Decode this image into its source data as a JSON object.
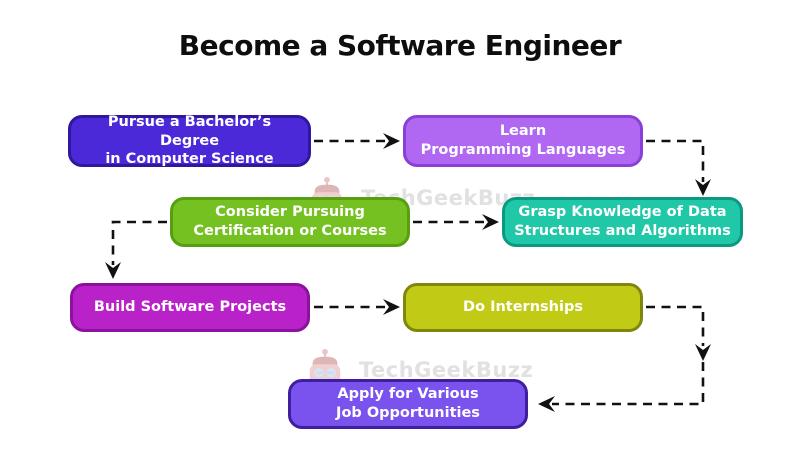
{
  "title": "Become a Software Engineer",
  "watermark": {
    "text": "TechGeekBuzz",
    "icon": "robot-mascot-icon",
    "text_color": "#e3e0e0"
  },
  "arrow_color": "#111111",
  "flow": {
    "boxes": [
      {
        "id": "bachelors-degree",
        "label": "Pursue a Bachelor’s Degree\nin Computer Science",
        "fill": "#4b29d9",
        "border": "#31179c"
      },
      {
        "id": "learn-languages",
        "label": "Learn\nProgramming Languages",
        "fill": "#b068f2",
        "border": "#8a3fd6"
      },
      {
        "id": "certification-courses",
        "label": "Consider Pursuing\nCertification or Courses",
        "fill": "#75c122",
        "border": "#579f10"
      },
      {
        "id": "data-structures-algorithms",
        "label": "Grasp Knowledge of Data\nStructures and Algorithms",
        "fill": "#21c8a7",
        "border": "#0b9a81"
      },
      {
        "id": "build-projects",
        "label": "Build Software Projects",
        "fill": "#b822c8",
        "border": "#8a129c"
      },
      {
        "id": "do-internships",
        "label": "Do Internships",
        "fill": "#c1cb16",
        "border": "#7e870b"
      },
      {
        "id": "apply-jobs",
        "label": "Apply for Various\nJob Opportunities",
        "fill": "#7a52ee",
        "border": "#3d1fa0"
      }
    ],
    "connections": [
      {
        "from": "bachelors-degree",
        "to": "learn-languages"
      },
      {
        "from": "learn-languages",
        "to": "data-structures-algorithms"
      },
      {
        "from": "certification-courses",
        "to": "data-structures-algorithms"
      },
      {
        "from": "certification-courses",
        "to": "build-projects"
      },
      {
        "from": "build-projects",
        "to": "do-internships"
      },
      {
        "from": "do-internships",
        "to": "apply-jobs"
      }
    ]
  }
}
